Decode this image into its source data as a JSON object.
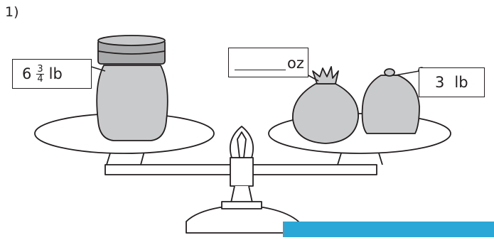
{
  "question": {
    "number": "1)"
  },
  "jar_tag": {
    "whole": "6",
    "numerator": "3",
    "denominator": "4",
    "unit": "lb"
  },
  "bag1_tag": {
    "answer_value": "",
    "unit": "oz"
  },
  "bag2_tag": {
    "value": "3",
    "unit": "lb"
  },
  "colors": {
    "object_fill": "#c9cacb",
    "lid_fill": "#a9aaab",
    "stroke": "#231f20",
    "accent_bar": "#2aa7d6"
  }
}
